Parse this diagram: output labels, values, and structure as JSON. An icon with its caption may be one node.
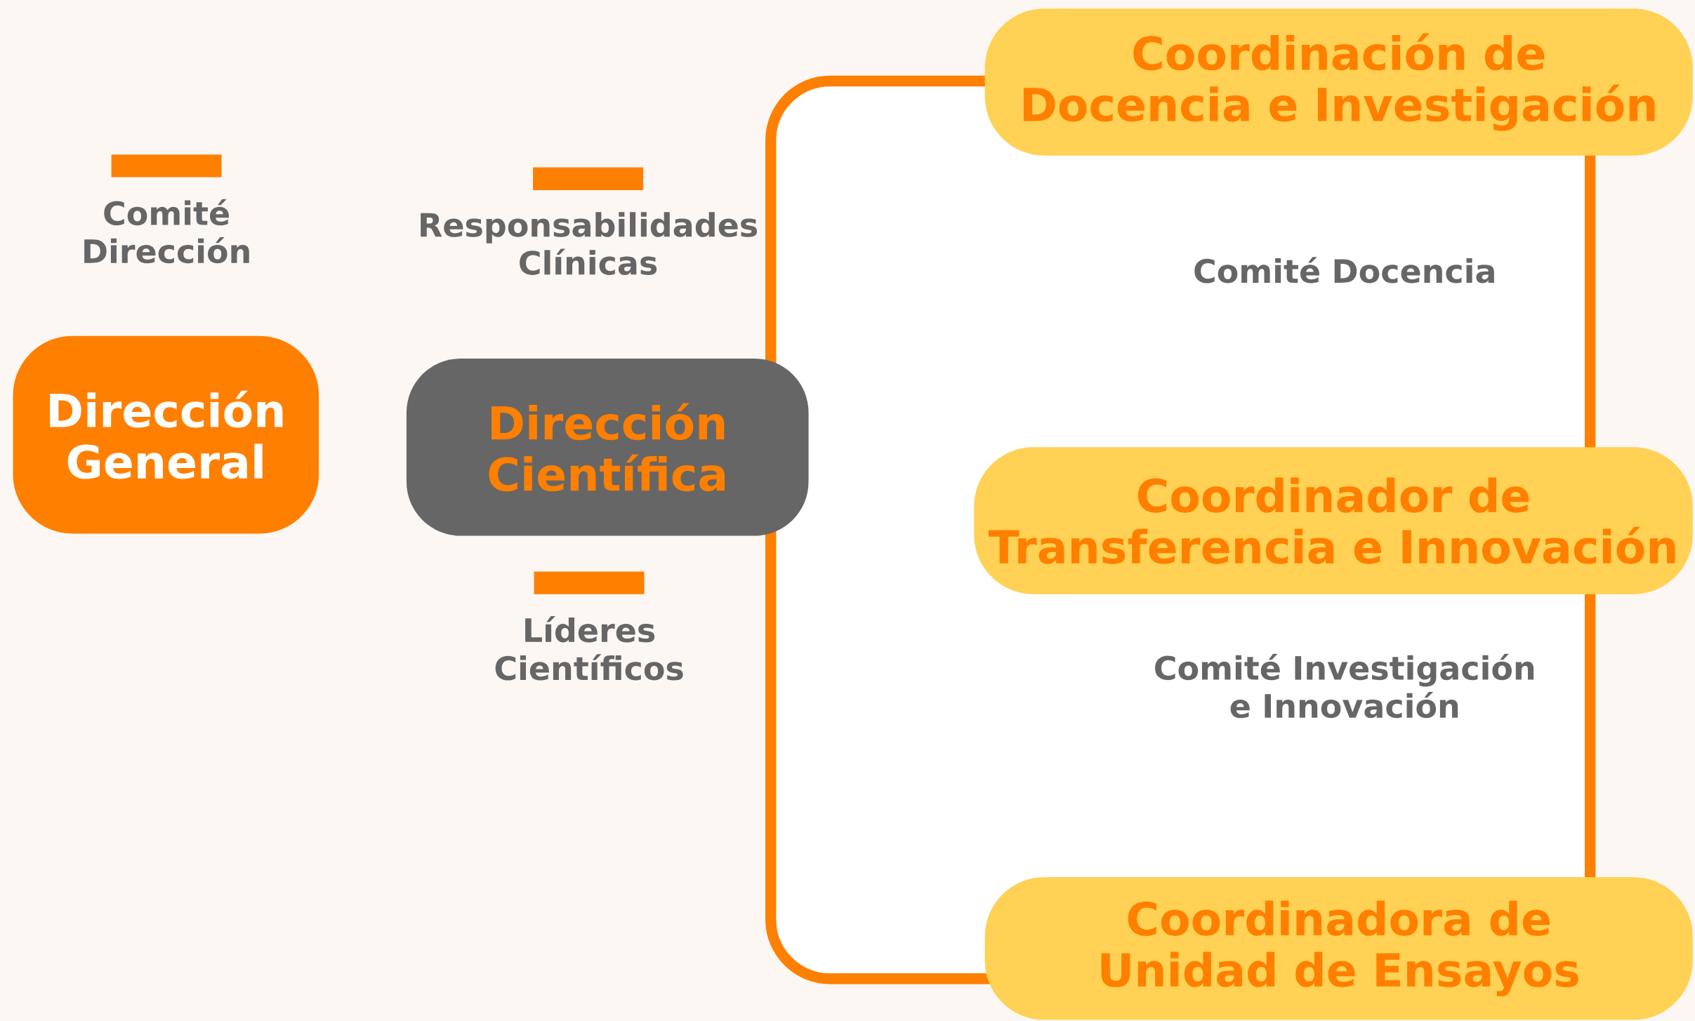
{
  "diagram": {
    "nodes": [
      {
        "text": [
          "Dirección General"
        ]
      },
      {
        "text": [
          "Dirección Científica"
        ]
      },
      {
        "text": [
          "Coordinación de Docencia e Investigación"
        ]
      },
      {
        "text": [
          "Coordinador de Transferencia e Innovación"
        ]
      },
      {
        "text": [
          "Coordinadora de Unidad de Ensayos"
        ]
      },
      {
        "text": [],
        "shape": "bar",
        "beside": [
          "Comité Dirección"
        ]
      },
      {
        "text": [],
        "shape": "bar",
        "beside": [
          "Responsabilidades Clínicas"
        ]
      },
      {
        "text": [],
        "shape": "bar",
        "beside": [
          "Líderes Científicos"
        ]
      }
    ],
    "labels": [
      "Comité Docencia",
      "Comité Investigación e Innovación"
    ]
  }
}
